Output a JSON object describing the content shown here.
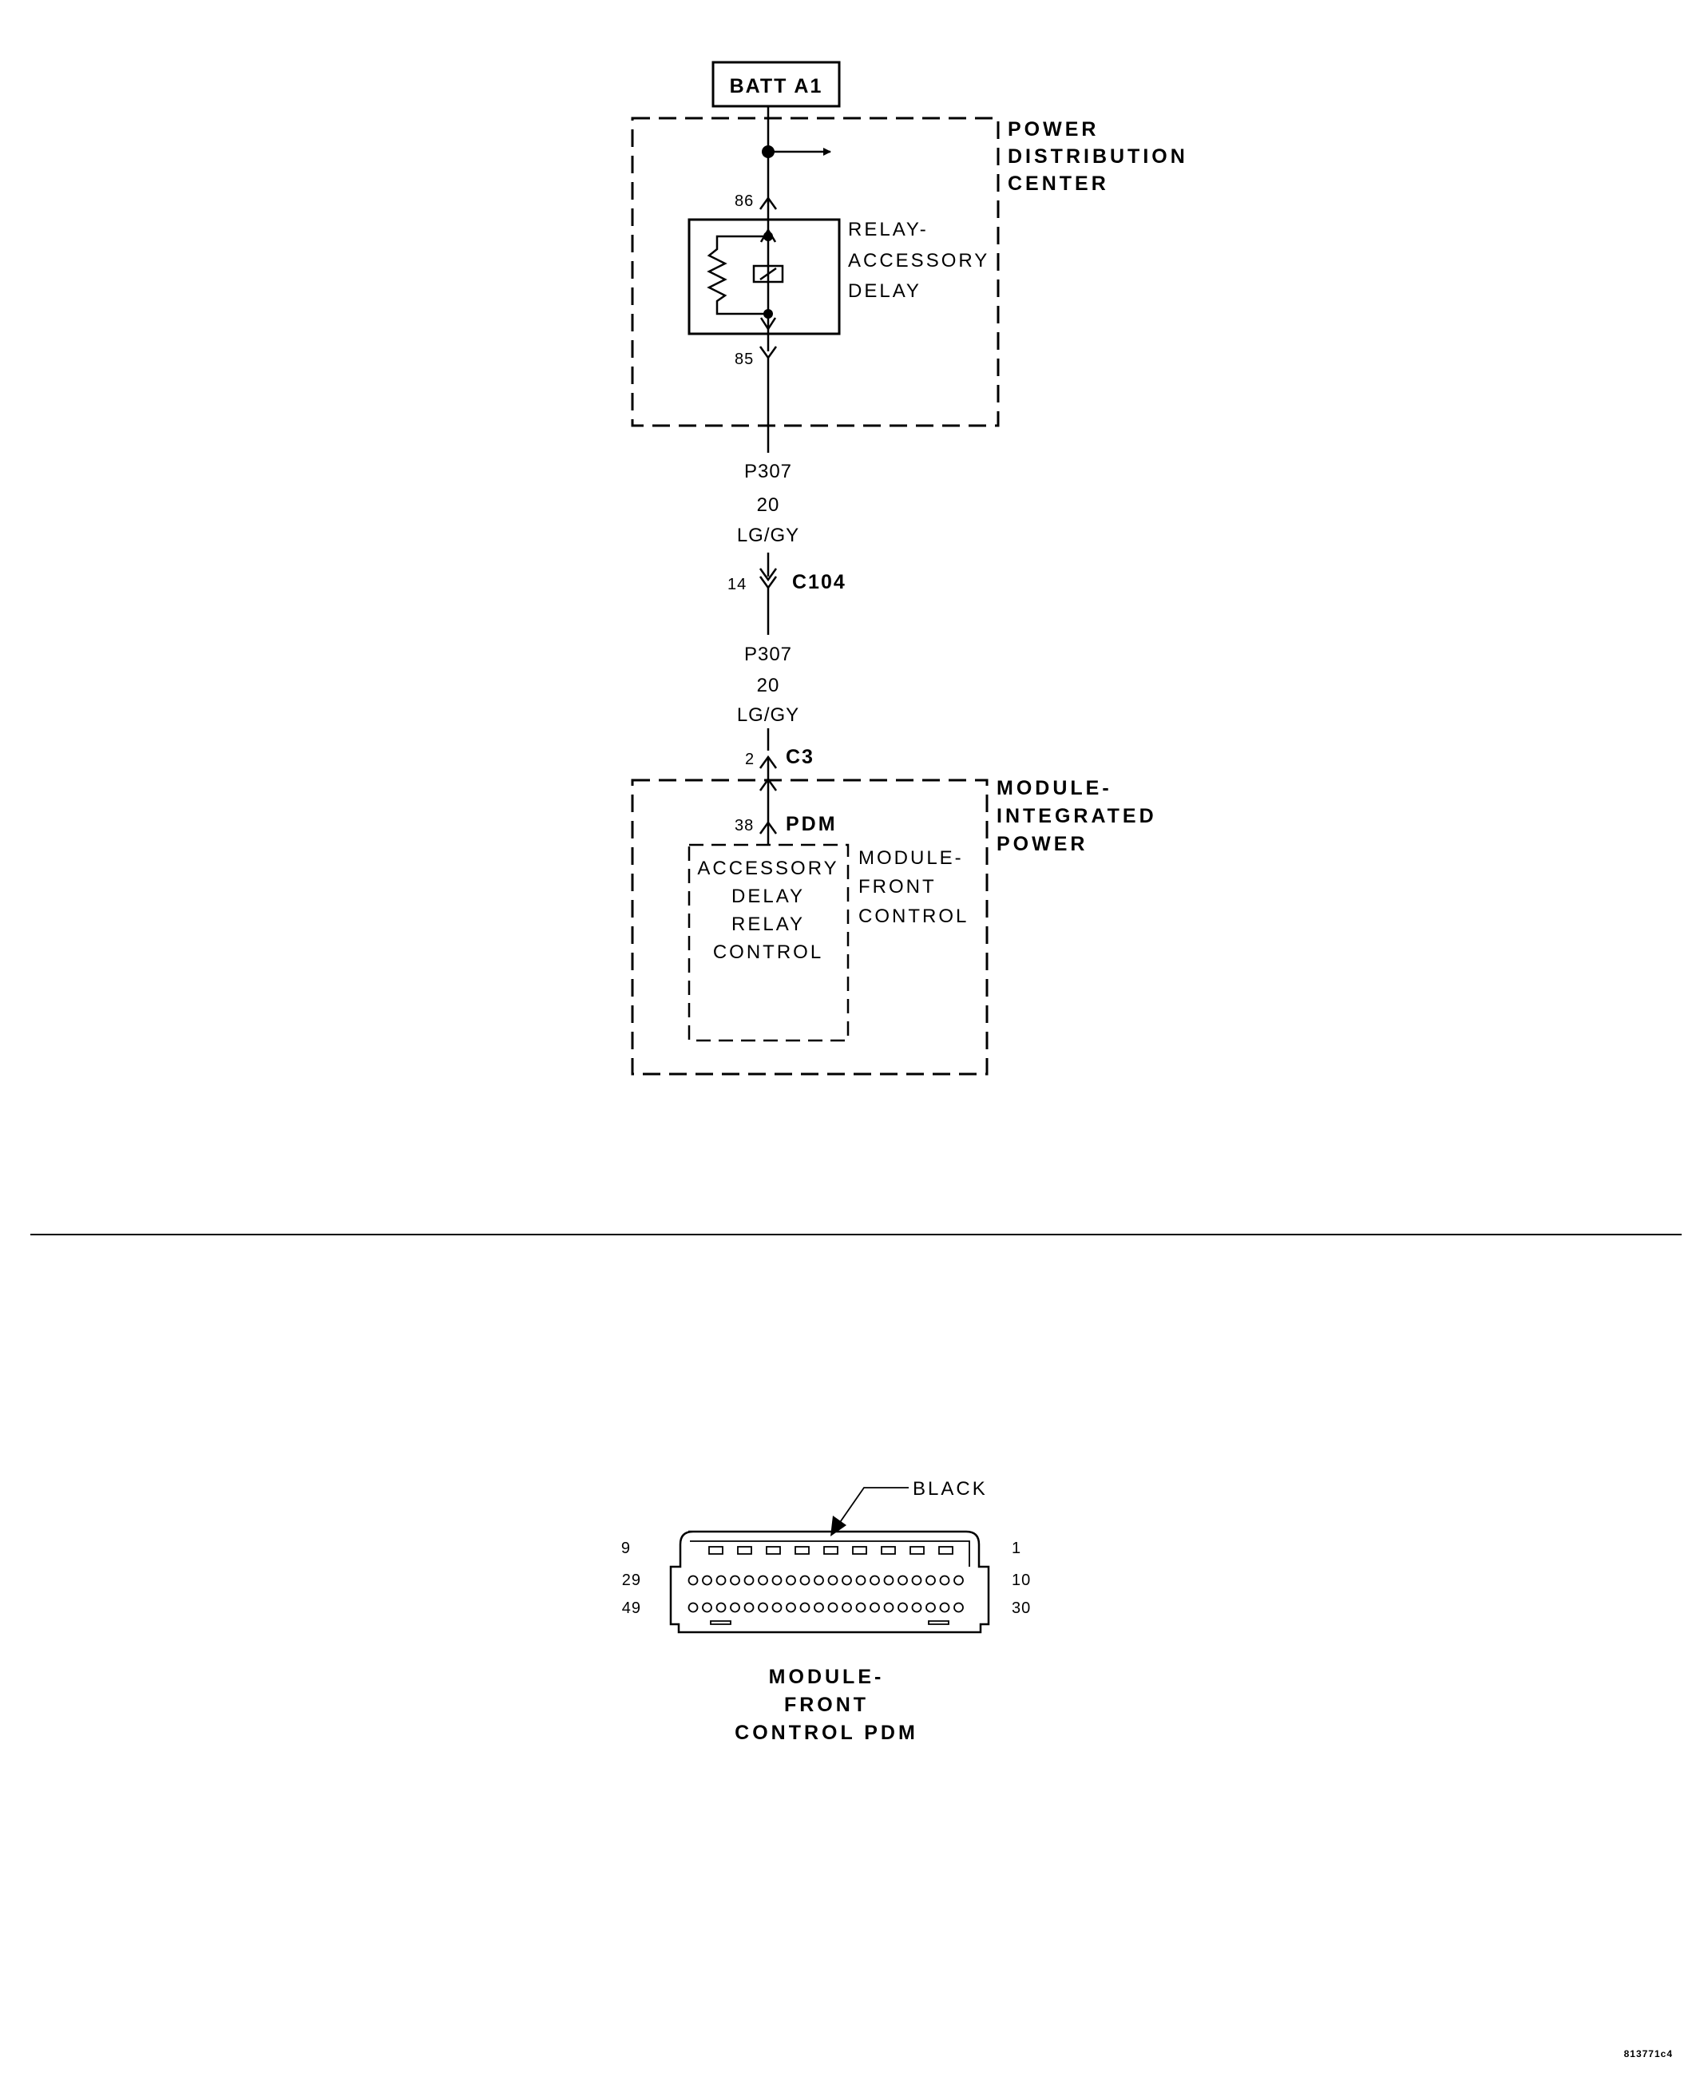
{
  "battery": {
    "label": "BATT A1"
  },
  "pdc": {
    "label_lines": [
      "POWER",
      "DISTRIBUTION",
      "CENTER"
    ]
  },
  "relay": {
    "label_lines": [
      "RELAY-",
      "ACCESSORY",
      "DELAY"
    ],
    "pin_top": "86",
    "pin_bottom": "85"
  },
  "wire_1": {
    "circuit": "P307",
    "gauge": "20",
    "color": "LG/GY"
  },
  "connector_c104": {
    "pin": "14",
    "name": "C104"
  },
  "wire_2": {
    "circuit": "P307",
    "gauge": "20",
    "color": "LG/GY"
  },
  "connector_c3": {
    "pin": "2",
    "name": "C3"
  },
  "connector_pdm": {
    "pin": "38",
    "name": "PDM"
  },
  "mip": {
    "label_lines": [
      "MODULE-",
      "INTEGRATED",
      "POWER"
    ]
  },
  "fcm": {
    "label_lines": [
      "MODULE-",
      "FRONT",
      "CONTROL"
    ],
    "inner_lines": [
      "ACCESSORY",
      "DELAY",
      "RELAY",
      "CONTROL"
    ]
  },
  "connector_view": {
    "color_label": "BLACK",
    "pin_labels": {
      "row1_left": "9",
      "row1_right": "1",
      "row2_left": "29",
      "row2_right": "10",
      "row3_left": "49",
      "row3_right": "30"
    },
    "title_lines": [
      "MODULE-",
      "FRONT",
      "CONTROL PDM"
    ]
  },
  "figure_id": "813771c4"
}
